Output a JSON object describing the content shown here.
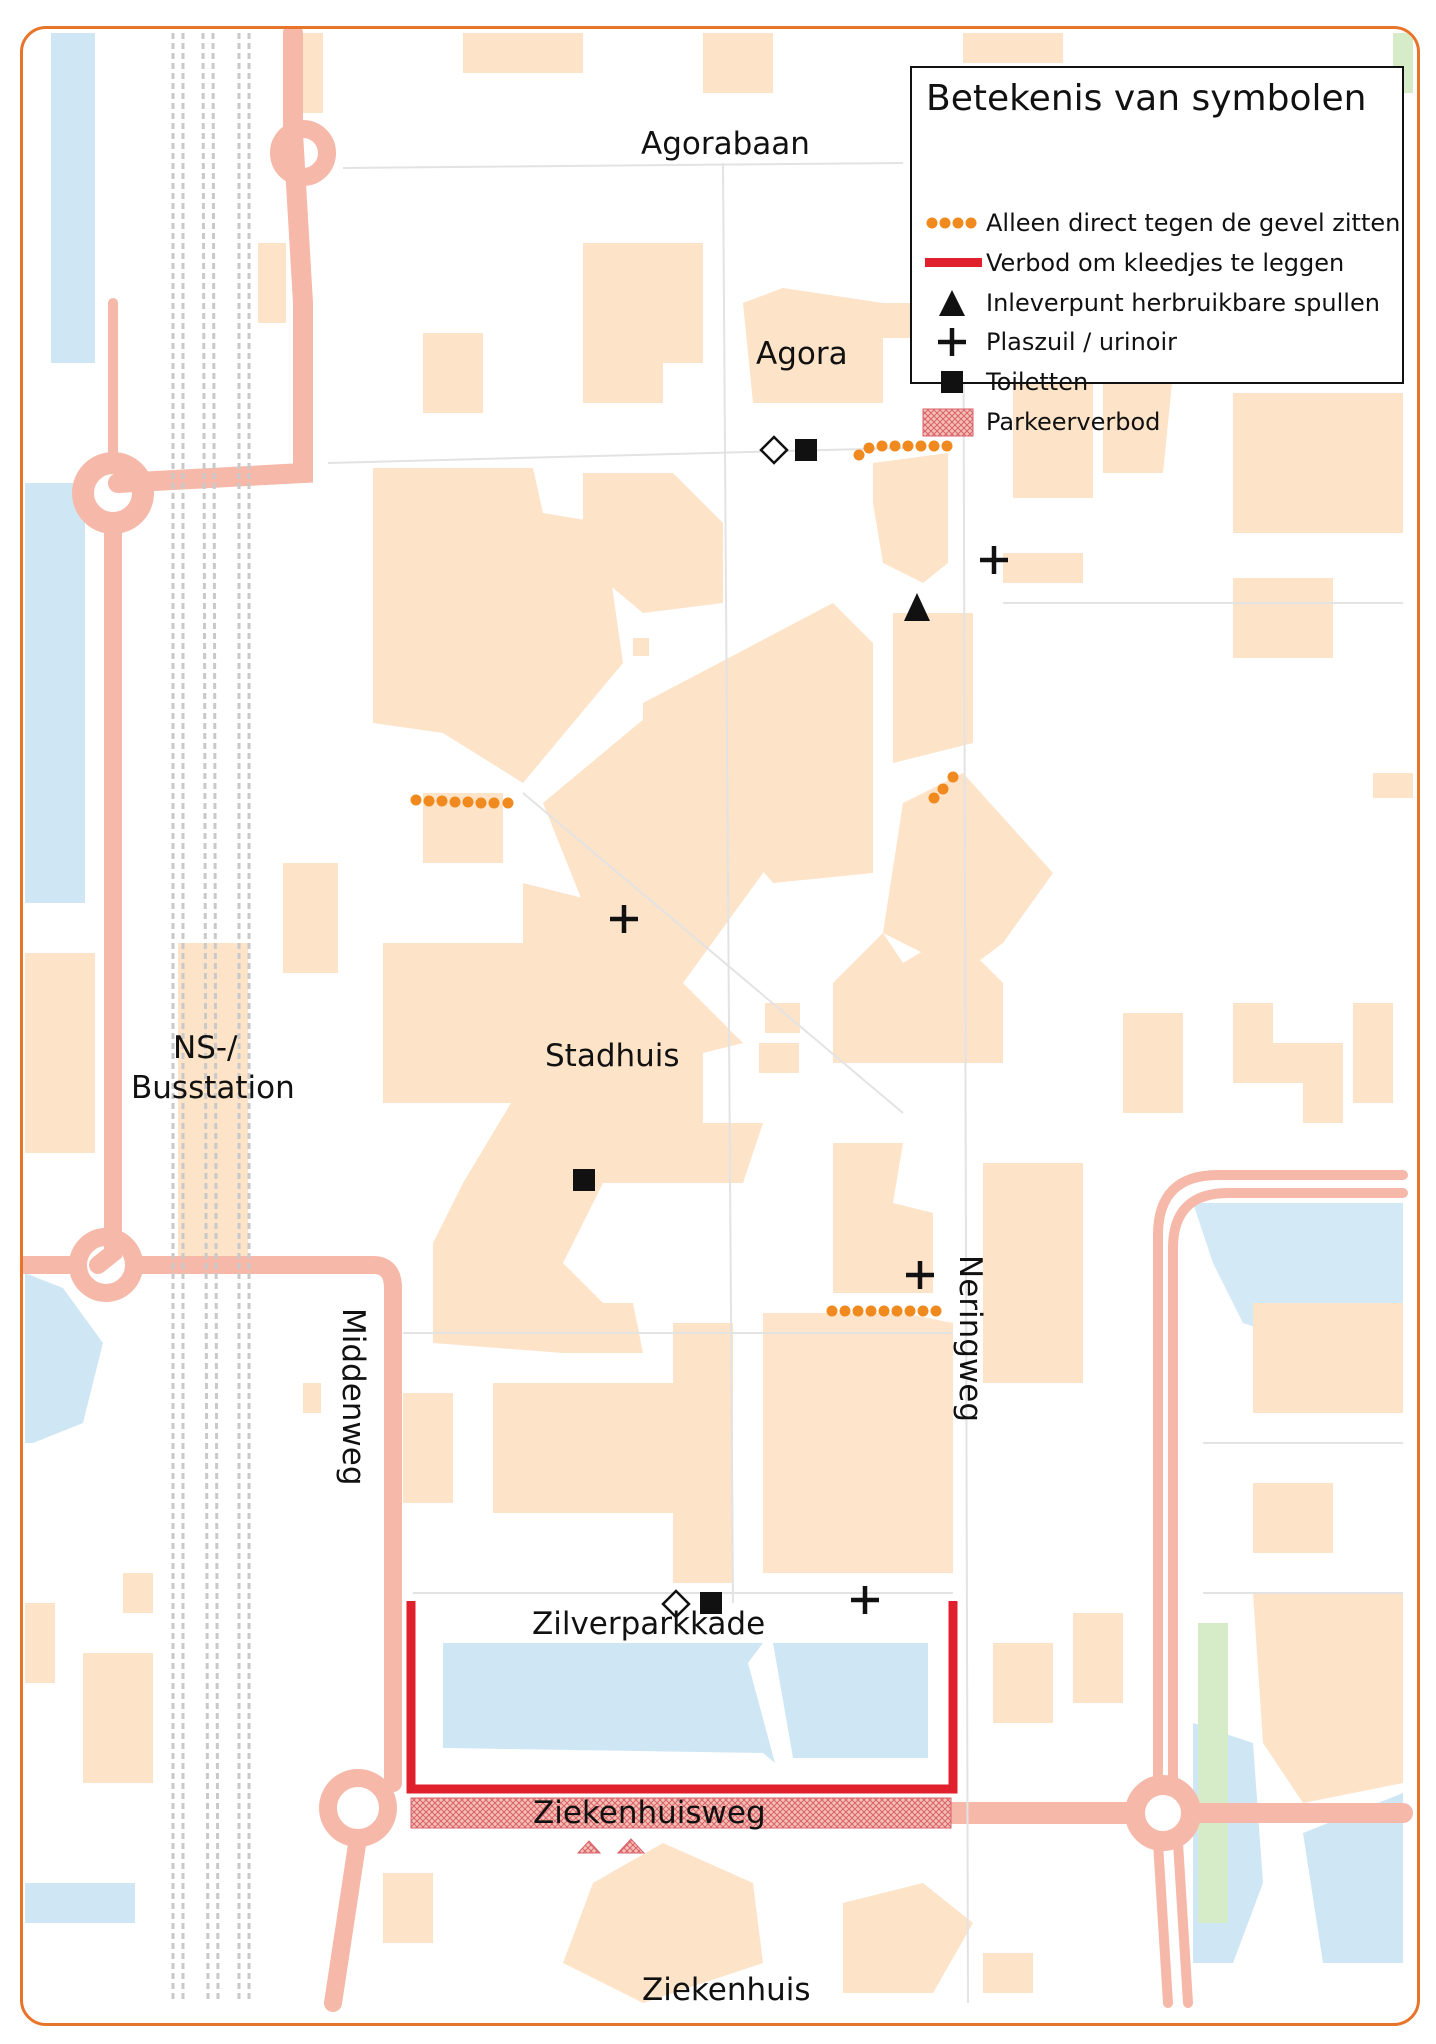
{
  "map": {
    "labels": {
      "agorabaan": "Agorabaan",
      "agora": "Agora",
      "stadhuis": "Stadhuis",
      "station_line1": "NS-/",
      "station_line2": "Busstation",
      "middenweg": "Middenweg",
      "neringweg": "Neringweg",
      "zilverparkkade": "Zilverparkkade",
      "ziekenhuisweg": "Ziekenhuisweg",
      "ziekenhuis": "Ziekenhuis"
    },
    "colors": {
      "building": "#fde3c8",
      "main_road": "#f6b8a8",
      "water": "#cfe7f5",
      "green": "#cfe8c2",
      "chair_dots": "#f08a1e",
      "blanket_ban": "#e0202c",
      "frame": "#e8742a"
    }
  },
  "legend": {
    "title": "Betekenis van symbolen",
    "items": [
      {
        "icon": "orange-dots-icon",
        "label": "Alleen direct tegen de gevel zitten"
      },
      {
        "icon": "red-line-icon",
        "label": "Verbod om kleedjes te leggen"
      },
      {
        "icon": "triangle-icon",
        "label": "Inleverpunt herbruikbare spullen"
      },
      {
        "icon": "plus-icon",
        "label": "Plaszuil / urinoir"
      },
      {
        "icon": "square-icon",
        "label": "Toiletten"
      },
      {
        "icon": "hatched-rect-icon",
        "label": "Parkeerverbod"
      }
    ]
  }
}
